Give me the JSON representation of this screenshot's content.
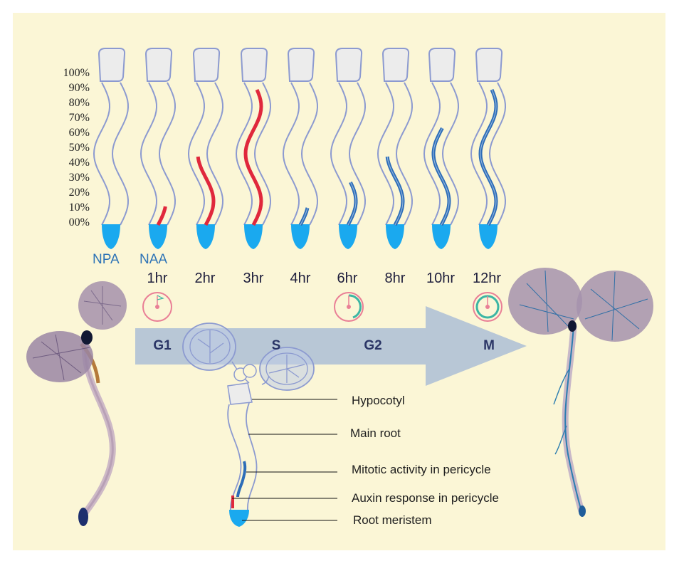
{
  "percent_scale": [
    "100%",
    "90%",
    "80%",
    "70%",
    "60%",
    "50%",
    "40%",
    "30%",
    "20%",
    "10%",
    "00%"
  ],
  "treatments": [
    "NPA",
    "NAA"
  ],
  "time_points": [
    "1hr",
    "2hr",
    "3hr",
    "4hr",
    "6hr",
    "8hr",
    "10hr",
    "12hr"
  ],
  "cell_cycle_phases": [
    "G1",
    "S",
    "G2",
    "M"
  ],
  "anatomy_labels": [
    "Hypocotyl",
    "Main root",
    "Mitotic activity in pericycle",
    "Auxin response in pericycle",
    "Root meristem"
  ],
  "root_signal": [
    {
      "signal": "none",
      "fraction": 0
    },
    {
      "signal": "auxin",
      "fraction": 0.13
    },
    {
      "signal": "auxin",
      "fraction": 0.48
    },
    {
      "signal": "auxin",
      "fraction": 0.95
    },
    {
      "signal": "mitotic",
      "fraction": 0.12
    },
    {
      "signal": "mitotic",
      "fraction": 0.3
    },
    {
      "signal": "mitotic",
      "fraction": 0.48
    },
    {
      "signal": "mitotic",
      "fraction": 0.68
    },
    {
      "signal": "mitotic",
      "fraction": 0.95
    }
  ],
  "colors": {
    "background": "#fbf6d6",
    "root_outline": "#8c9ad0",
    "meristem": "#1aa9ef",
    "auxin_response": "#e0283c",
    "mitotic_activity": "#2d6db8",
    "arrow": "#b8c7d6",
    "clock": "#e97f96",
    "clock_arc": "#3cb6a4"
  }
}
